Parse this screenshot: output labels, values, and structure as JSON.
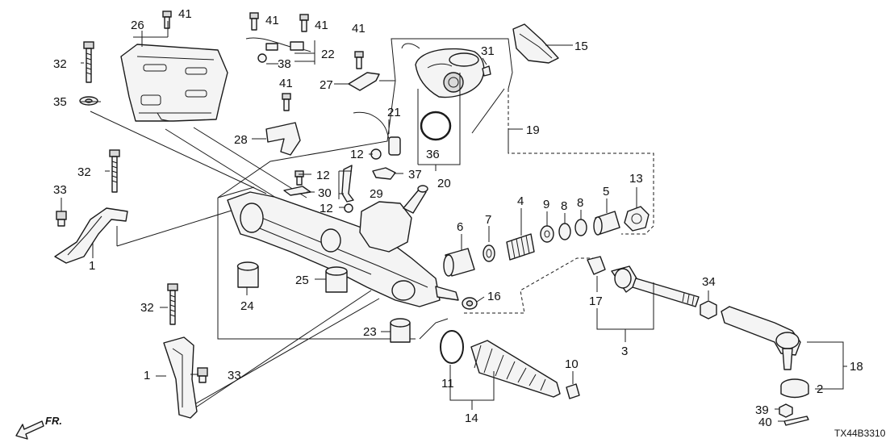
{
  "diagram": {
    "reference_code": "TX44B3310",
    "direction_label": "FR.",
    "callouts": {
      "c1a": "1",
      "c1b": "1",
      "c2": "2",
      "c3": "3",
      "c4": "4",
      "c5": "5",
      "c6": "6",
      "c7": "7",
      "c8a": "8",
      "c8b": "8",
      "c9": "9",
      "c10": "10",
      "c11": "11",
      "c12a": "12",
      "c12b": "12",
      "c12c": "12",
      "c13": "13",
      "c14": "14",
      "c15": "15",
      "c16": "16",
      "c17": "17",
      "c18": "18",
      "c19": "19",
      "c20": "20",
      "c21": "21",
      "c22": "22",
      "c23": "23",
      "c24": "24",
      "c25": "25",
      "c26": "26",
      "c27": "27",
      "c28": "28",
      "c29": "29",
      "c30": "30",
      "c31": "31",
      "c32a": "32",
      "c32b": "32",
      "c32c": "32",
      "c33a": "33",
      "c33b": "33",
      "c34": "34",
      "c35": "35",
      "c36": "36",
      "c37": "37",
      "c38": "38",
      "c39": "39",
      "c40": "40",
      "c41a": "41",
      "c41b": "41",
      "c41c": "41",
      "c41d": "41",
      "c41e": "41"
    }
  }
}
